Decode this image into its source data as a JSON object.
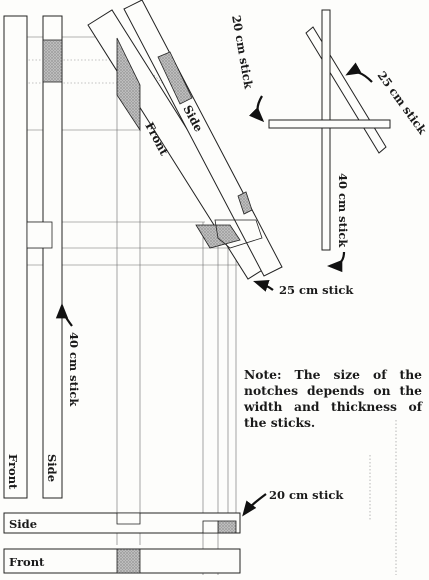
{
  "labels": {
    "stick_20_top": "20 cm stick",
    "stick_25_top": "25 cm stick",
    "stick_40_top": "40 cm stick",
    "stick_25_mid": "25 cm stick",
    "stick_40_left": "40 cm stick",
    "stick_20_bottom": "20 cm stick",
    "side_diag": "Side",
    "front_diag": "Front",
    "front_vert": "Front",
    "side_vert": "Side",
    "side_horiz": "Side",
    "front_horiz": "Front"
  },
  "note": "Note: The size of the notches depends on the width and thickness of the sticks."
}
